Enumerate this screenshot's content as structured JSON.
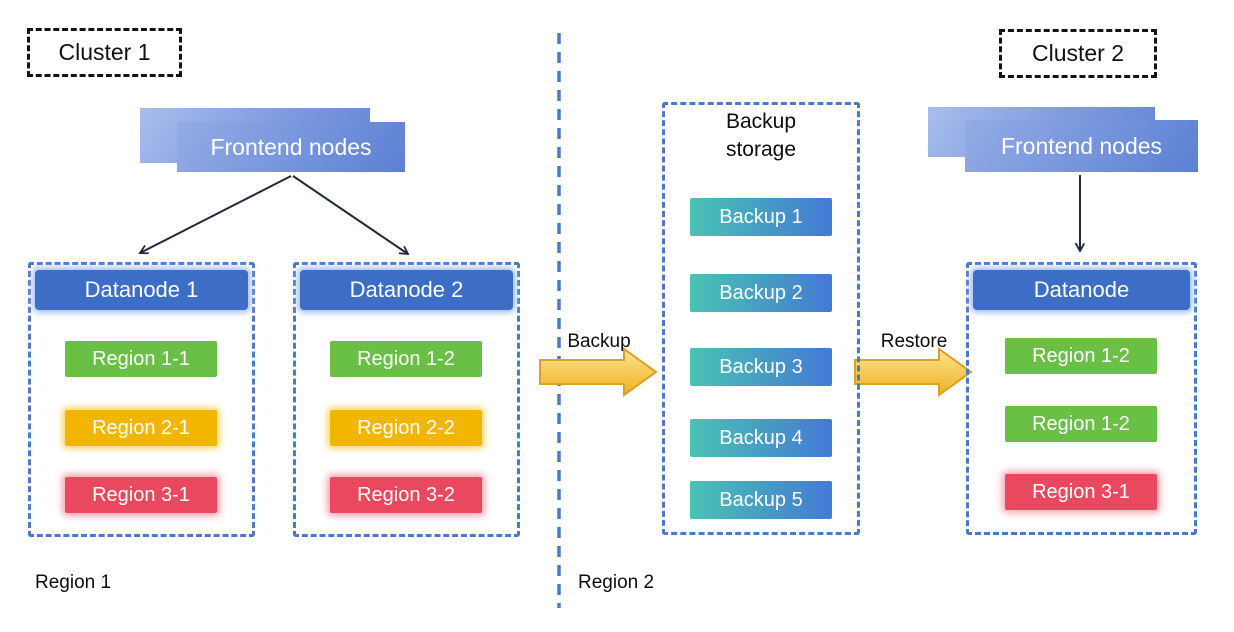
{
  "colors": {
    "container-border": "#4a7bc9",
    "separator": "#4a7bc9",
    "node-blue": "#3d6ec6",
    "green": "#6abf45",
    "yellow": "#f2b600",
    "red": "#e9485e",
    "teal": "#49c3b4",
    "backup-blue": "#4479d4",
    "arrow-gold": "#f0b427",
    "arrow-gold-light": "#fce491",
    "arrow-gold-border": "#d9a125",
    "connector-dark": "#1f2a3a"
  },
  "cluster1": {
    "label": "Cluster 1",
    "frontend_label": "Frontend nodes",
    "datanode1": {
      "title": "Datanode 1",
      "regions": [
        "Region 1-1",
        "Region 2-1",
        "Region 3-1"
      ]
    },
    "datanode2": {
      "title": "Datanode 2",
      "regions": [
        "Region 1-2",
        "Region 2-2",
        "Region 3-2"
      ]
    }
  },
  "cluster2": {
    "label": "Cluster 2",
    "frontend_label": "Frontend nodes",
    "datanode": {
      "title": "Datanode",
      "regions": [
        "Region 1-2",
        "Region 1-2",
        "Region 3-1"
      ]
    }
  },
  "backup_storage": {
    "title": "Backup storage",
    "items": [
      "Backup 1",
      "Backup 2",
      "Backup 3",
      "Backup 4",
      "Backup 5"
    ]
  },
  "flow_labels": {
    "backup": "Backup",
    "restore": "Restore"
  },
  "zone_labels": {
    "left": "Region 1",
    "right": "Region 2"
  }
}
